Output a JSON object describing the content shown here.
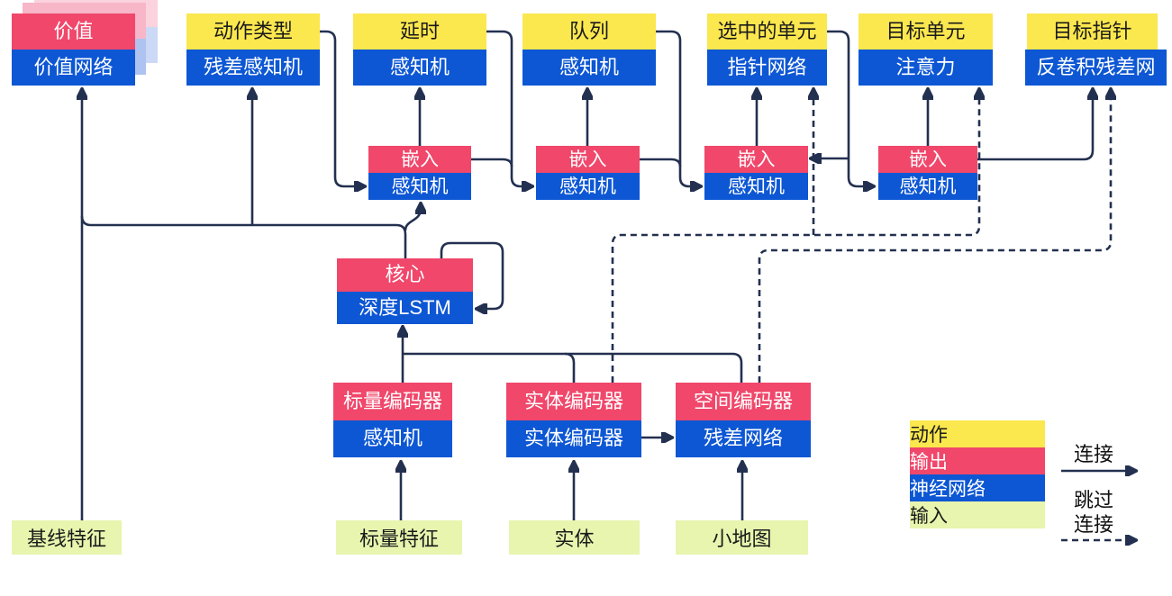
{
  "palette": {
    "action_yellow": "#fbe74e",
    "output_red": "#f0476b",
    "network_blue": "#0d57d4",
    "input_green": "#e7f5ae",
    "line_navy": "#233050",
    "stack_pink": "#f8b6c9",
    "stack_blue": "#aec3f0"
  },
  "nodes": {
    "value": {
      "top": "价值",
      "bottom": "价值网络"
    },
    "action_type": {
      "top": "动作类型",
      "bottom": "残差感知机"
    },
    "delay": {
      "top": "延时",
      "bottom": "感知机"
    },
    "queue": {
      "top": "队列",
      "bottom": "感知机"
    },
    "selected_units": {
      "top": "选中的单元",
      "bottom": "指针网络"
    },
    "target_unit": {
      "top": "目标单元",
      "bottom": "注意力"
    },
    "target_point": {
      "top": "目标指针",
      "bottom": "反卷积残差网"
    },
    "embed1": {
      "top": "嵌入",
      "bottom": "感知机"
    },
    "embed2": {
      "top": "嵌入",
      "bottom": "感知机"
    },
    "embed3": {
      "top": "嵌入",
      "bottom": "感知机"
    },
    "embed4": {
      "top": "嵌入",
      "bottom": "感知机"
    },
    "core": {
      "top": "核心",
      "bottom": "深度LSTM"
    },
    "scalar_encoder": {
      "top": "标量编码器",
      "bottom": "感知机"
    },
    "entity_encoder": {
      "top": "实体编码器",
      "bottom": "实体编码器"
    },
    "spatial_encoder": {
      "top": "空间编码器",
      "bottom": "残差网络"
    }
  },
  "inputs": {
    "baseline_features": "基线特征",
    "scalar_features": "标量特征",
    "entities": "实体",
    "minimap": "小地图"
  },
  "legend": {
    "action": "动作",
    "output": "输出",
    "network": "神经网络",
    "input": "输入",
    "connection": "连接",
    "skip_line1": "跳过",
    "skip_line2": "连接"
  }
}
